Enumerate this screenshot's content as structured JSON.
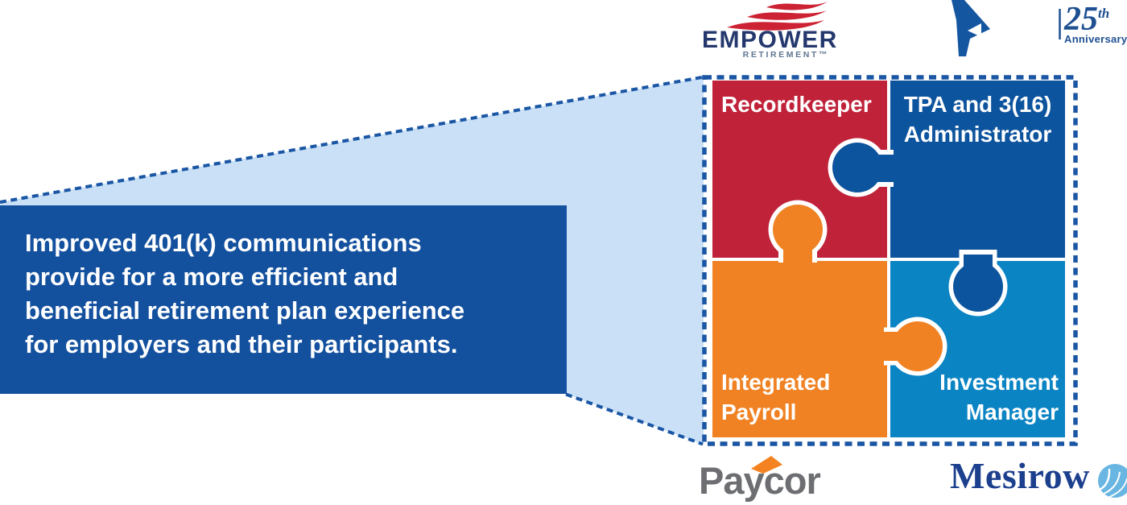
{
  "header": {
    "empower": {
      "wordmark": "EMPOWER",
      "subtext": "RETIREMENT™",
      "waves_icon": "three-red-waves",
      "navy": "#25386e",
      "red": "#cd2233",
      "sub_color": "#5f7693"
    },
    "partner_mark": {
      "icon": "blue-folded-ribbon",
      "color": "#1456a0"
    },
    "anniversary": {
      "number": "25",
      "suffix": "th",
      "label": "Anniversary",
      "divider_icon": "vertical-bar",
      "color": "#1d4f91"
    }
  },
  "message_box": {
    "lines": [
      "Improved 401(k) communications",
      "provide for a more efficient and",
      "beneficial retirement plan experience",
      "for employers and their participants."
    ],
    "background": "#13509e",
    "text_color": "#ffffff"
  },
  "connector": {
    "shape": "funnel",
    "fill": "#c9e0f6",
    "dash_color": "#1a56a4",
    "border_style": "dashed"
  },
  "puzzle": {
    "border": {
      "dash_color": "#1a56a4",
      "style": "dashed"
    },
    "pieces": [
      {
        "id": "recordkeeper",
        "position": "top-left",
        "color": "#c02239",
        "label_lines": [
          "Recordkeeper"
        ]
      },
      {
        "id": "tpa-administrator",
        "position": "top-right",
        "color": "#0d549e",
        "label_lines": [
          "TPA and 3(16)",
          "Administrator"
        ]
      },
      {
        "id": "integrated-payroll",
        "position": "bottom-left",
        "color": "#f08223",
        "label_lines": [
          "Integrated",
          "Payroll"
        ]
      },
      {
        "id": "investment-manager",
        "position": "bottom-right",
        "color": "#0b84c4",
        "label_lines": [
          "Investment",
          "Manager"
        ]
      }
    ]
  },
  "footer": {
    "paycor": {
      "wordmark": "Paycor",
      "color": "#6d6e71",
      "arrow_icon": "orange-swoosh-arrow",
      "arrow_color": "#f58220"
    },
    "mesirow": {
      "wordmark": "Mesirow",
      "color": "#1c3f8e",
      "globe_icon": "light-blue-globe",
      "globe_color": "#6ab6e2"
    }
  }
}
